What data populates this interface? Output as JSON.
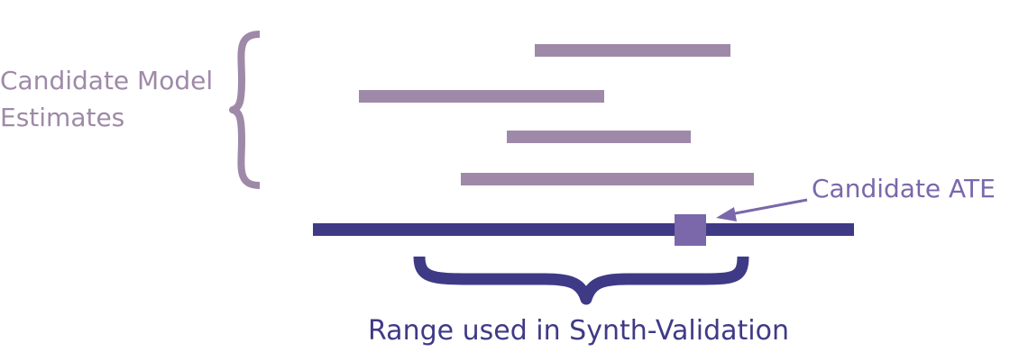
{
  "labels": {
    "candidate_model_line1": "Candidate Model",
    "candidate_model_line2": "Estimates",
    "candidate_ate": "Candidate ATE",
    "range": "Range used in Synth-Validation"
  },
  "colors": {
    "estimate": "#9e8aa8",
    "axis": "#3f3a86",
    "marker": "#7a68ab"
  },
  "icons": {
    "left_brace": "curly-brace-icon",
    "bottom_brace": "curly-brace-icon",
    "pointer": "arrow-icon"
  }
}
